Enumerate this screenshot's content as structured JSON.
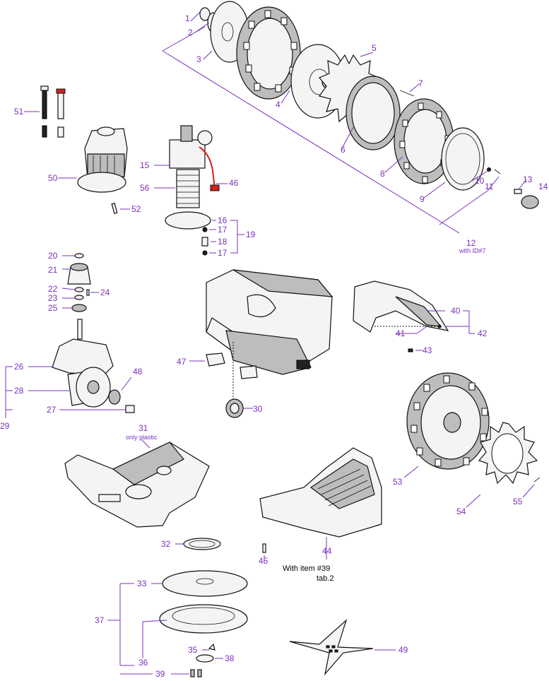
{
  "labels": {
    "n1": "1",
    "n2": "2",
    "n3": "3",
    "n4": "4",
    "n5": "5",
    "n6": "6",
    "n7": "7",
    "n8": "8",
    "n9": "9",
    "n10": "10",
    "n11": "11",
    "n12": "12",
    "n13": "13",
    "n14": "14",
    "n15": "15",
    "n16": "16",
    "n17a": "17",
    "n17b": "17",
    "n18": "18",
    "n19": "19",
    "n20": "20",
    "n21": "21",
    "n22": "22",
    "n23": "23",
    "n24": "24",
    "n25": "25",
    "n26": "26",
    "n27": "27",
    "n28": "28",
    "n29": "29",
    "n30": "30",
    "n31": "31",
    "n32": "32",
    "n33": "33",
    "n35": "35",
    "n36": "36",
    "n37": "37",
    "n38": "38",
    "n39": "39",
    "n40": "40",
    "n41": "41",
    "n42": "42",
    "n43": "43",
    "n44": "44",
    "n45": "45",
    "n46": "46",
    "n47": "47",
    "n48": "48",
    "n49": "49",
    "n50": "50",
    "n51": "51",
    "n52": "52",
    "n53": "53",
    "n54": "54",
    "n55": "55",
    "n56": "56"
  },
  "notes": {
    "with_id7": "with ID#7",
    "only_plastic": "only plastic",
    "with_item39": "With item #39",
    "tab2": "tab.2"
  },
  "colors": {
    "callout": "#7b2fbf",
    "line": "#111111",
    "accent_red": "#d42020"
  }
}
